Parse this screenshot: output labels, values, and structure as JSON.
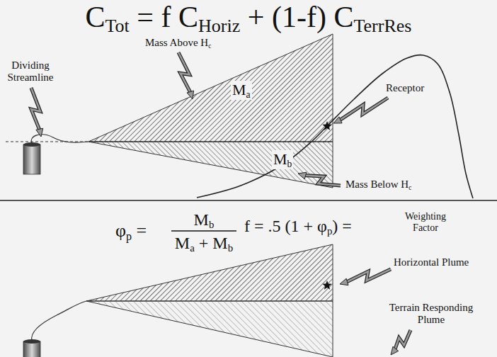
{
  "diagram": {
    "labels": [
      "C",
      "Tot",
      "= f C",
      "Horiz",
      "+ (1-f) C",
      "TerrRes",
      "Dividing Streamline",
      "Mass Above H",
      "c",
      "M",
      "a",
      "Receptor",
      "M",
      "b",
      "Mass Below H",
      "c",
      "φ",
      "p",
      "=",
      "M",
      "b",
      "M",
      "a",
      "+ M",
      "b",
      "f = .5 (1 + φ",
      "p",
      ") =",
      "Weighting Factor",
      "Horizontal Plume",
      "Terrain Responding Plume"
    ]
  }
}
